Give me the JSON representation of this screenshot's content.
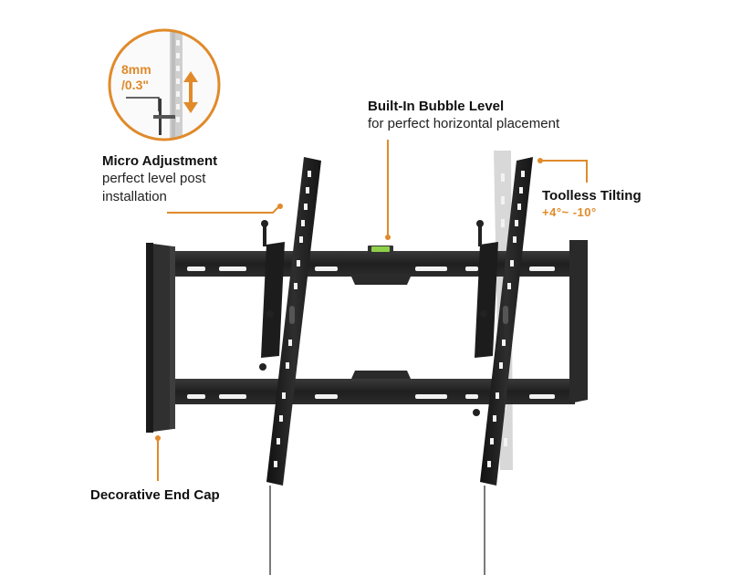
{
  "colors": {
    "accent": "#e08a2a",
    "mount": "#242424",
    "text": "#1f1f1f"
  },
  "callouts": {
    "micro_adjustment": {
      "title": "Micro Adjustment",
      "desc_line1": "perfect level post",
      "desc_line2": "installation"
    },
    "bubble_level": {
      "title": "Built-In Bubble Level",
      "desc": "for perfect horizontal placement"
    },
    "toolless_tilting": {
      "title": "Toolless Tilting",
      "spec": "+4°~ -10°"
    },
    "end_cap": {
      "title": "Decorative End Cap"
    }
  },
  "zoom_detail": {
    "line1": "8mm",
    "line2": "/0.3\""
  }
}
